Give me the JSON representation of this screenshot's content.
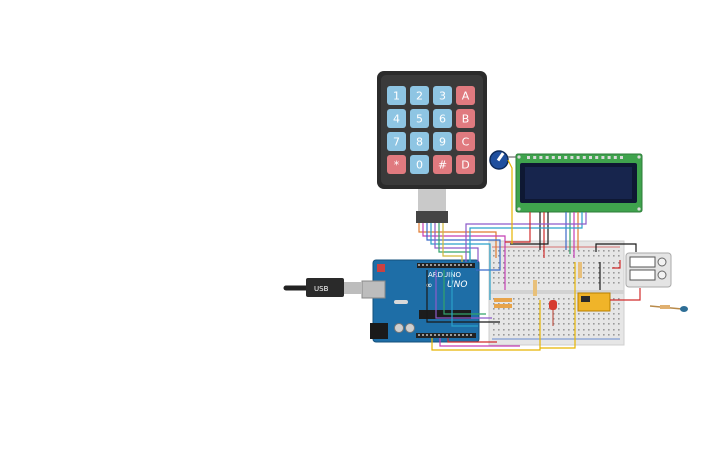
{
  "keypad": {
    "rows": [
      [
        "1",
        "2",
        "3",
        "A"
      ],
      [
        "4",
        "5",
        "6",
        "B"
      ],
      [
        "7",
        "8",
        "9",
        "C"
      ],
      [
        "*",
        "0",
        "#",
        "D"
      ]
    ],
    "colors": {
      "digit": "#8ec5e3",
      "letter": "#e07a7f",
      "body": "#2b2b2b"
    }
  },
  "arduino": {
    "logo": "∞",
    "label": "UNO",
    "brand": "ARDUINO"
  },
  "usb_label": "USB",
  "colors": {
    "board": "#1e6ea7",
    "lcd_pcb": "#3fa34d",
    "lcd_screen": "#17254d",
    "breadboard": "#e6e6e6"
  }
}
